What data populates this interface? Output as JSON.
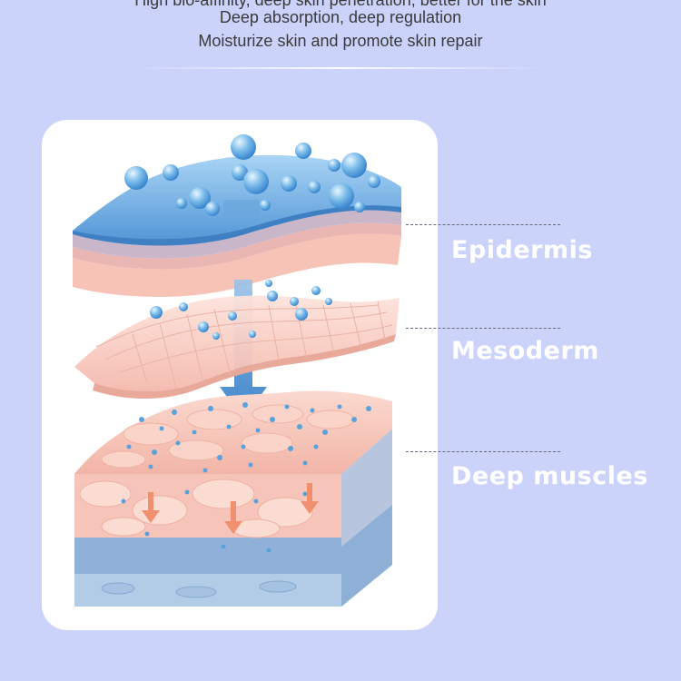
{
  "header": {
    "cut_line": "High bio-affinity, deep skin penetration, better for the skin",
    "line1": "Deep absorption, deep regulation",
    "line2": "Moisturize skin and promote skin repair"
  },
  "layers": [
    {
      "label": "Epidermis"
    },
    {
      "label": "Mesoderm"
    },
    {
      "label": "Deep muscles"
    }
  ],
  "colors": {
    "background": "#ccd3fb",
    "card": "#ffffff",
    "water": "#5da8df",
    "skin": "#f7c6bc",
    "muscle_blue": "#93b6dc",
    "arrow": "#f08a6a"
  }
}
